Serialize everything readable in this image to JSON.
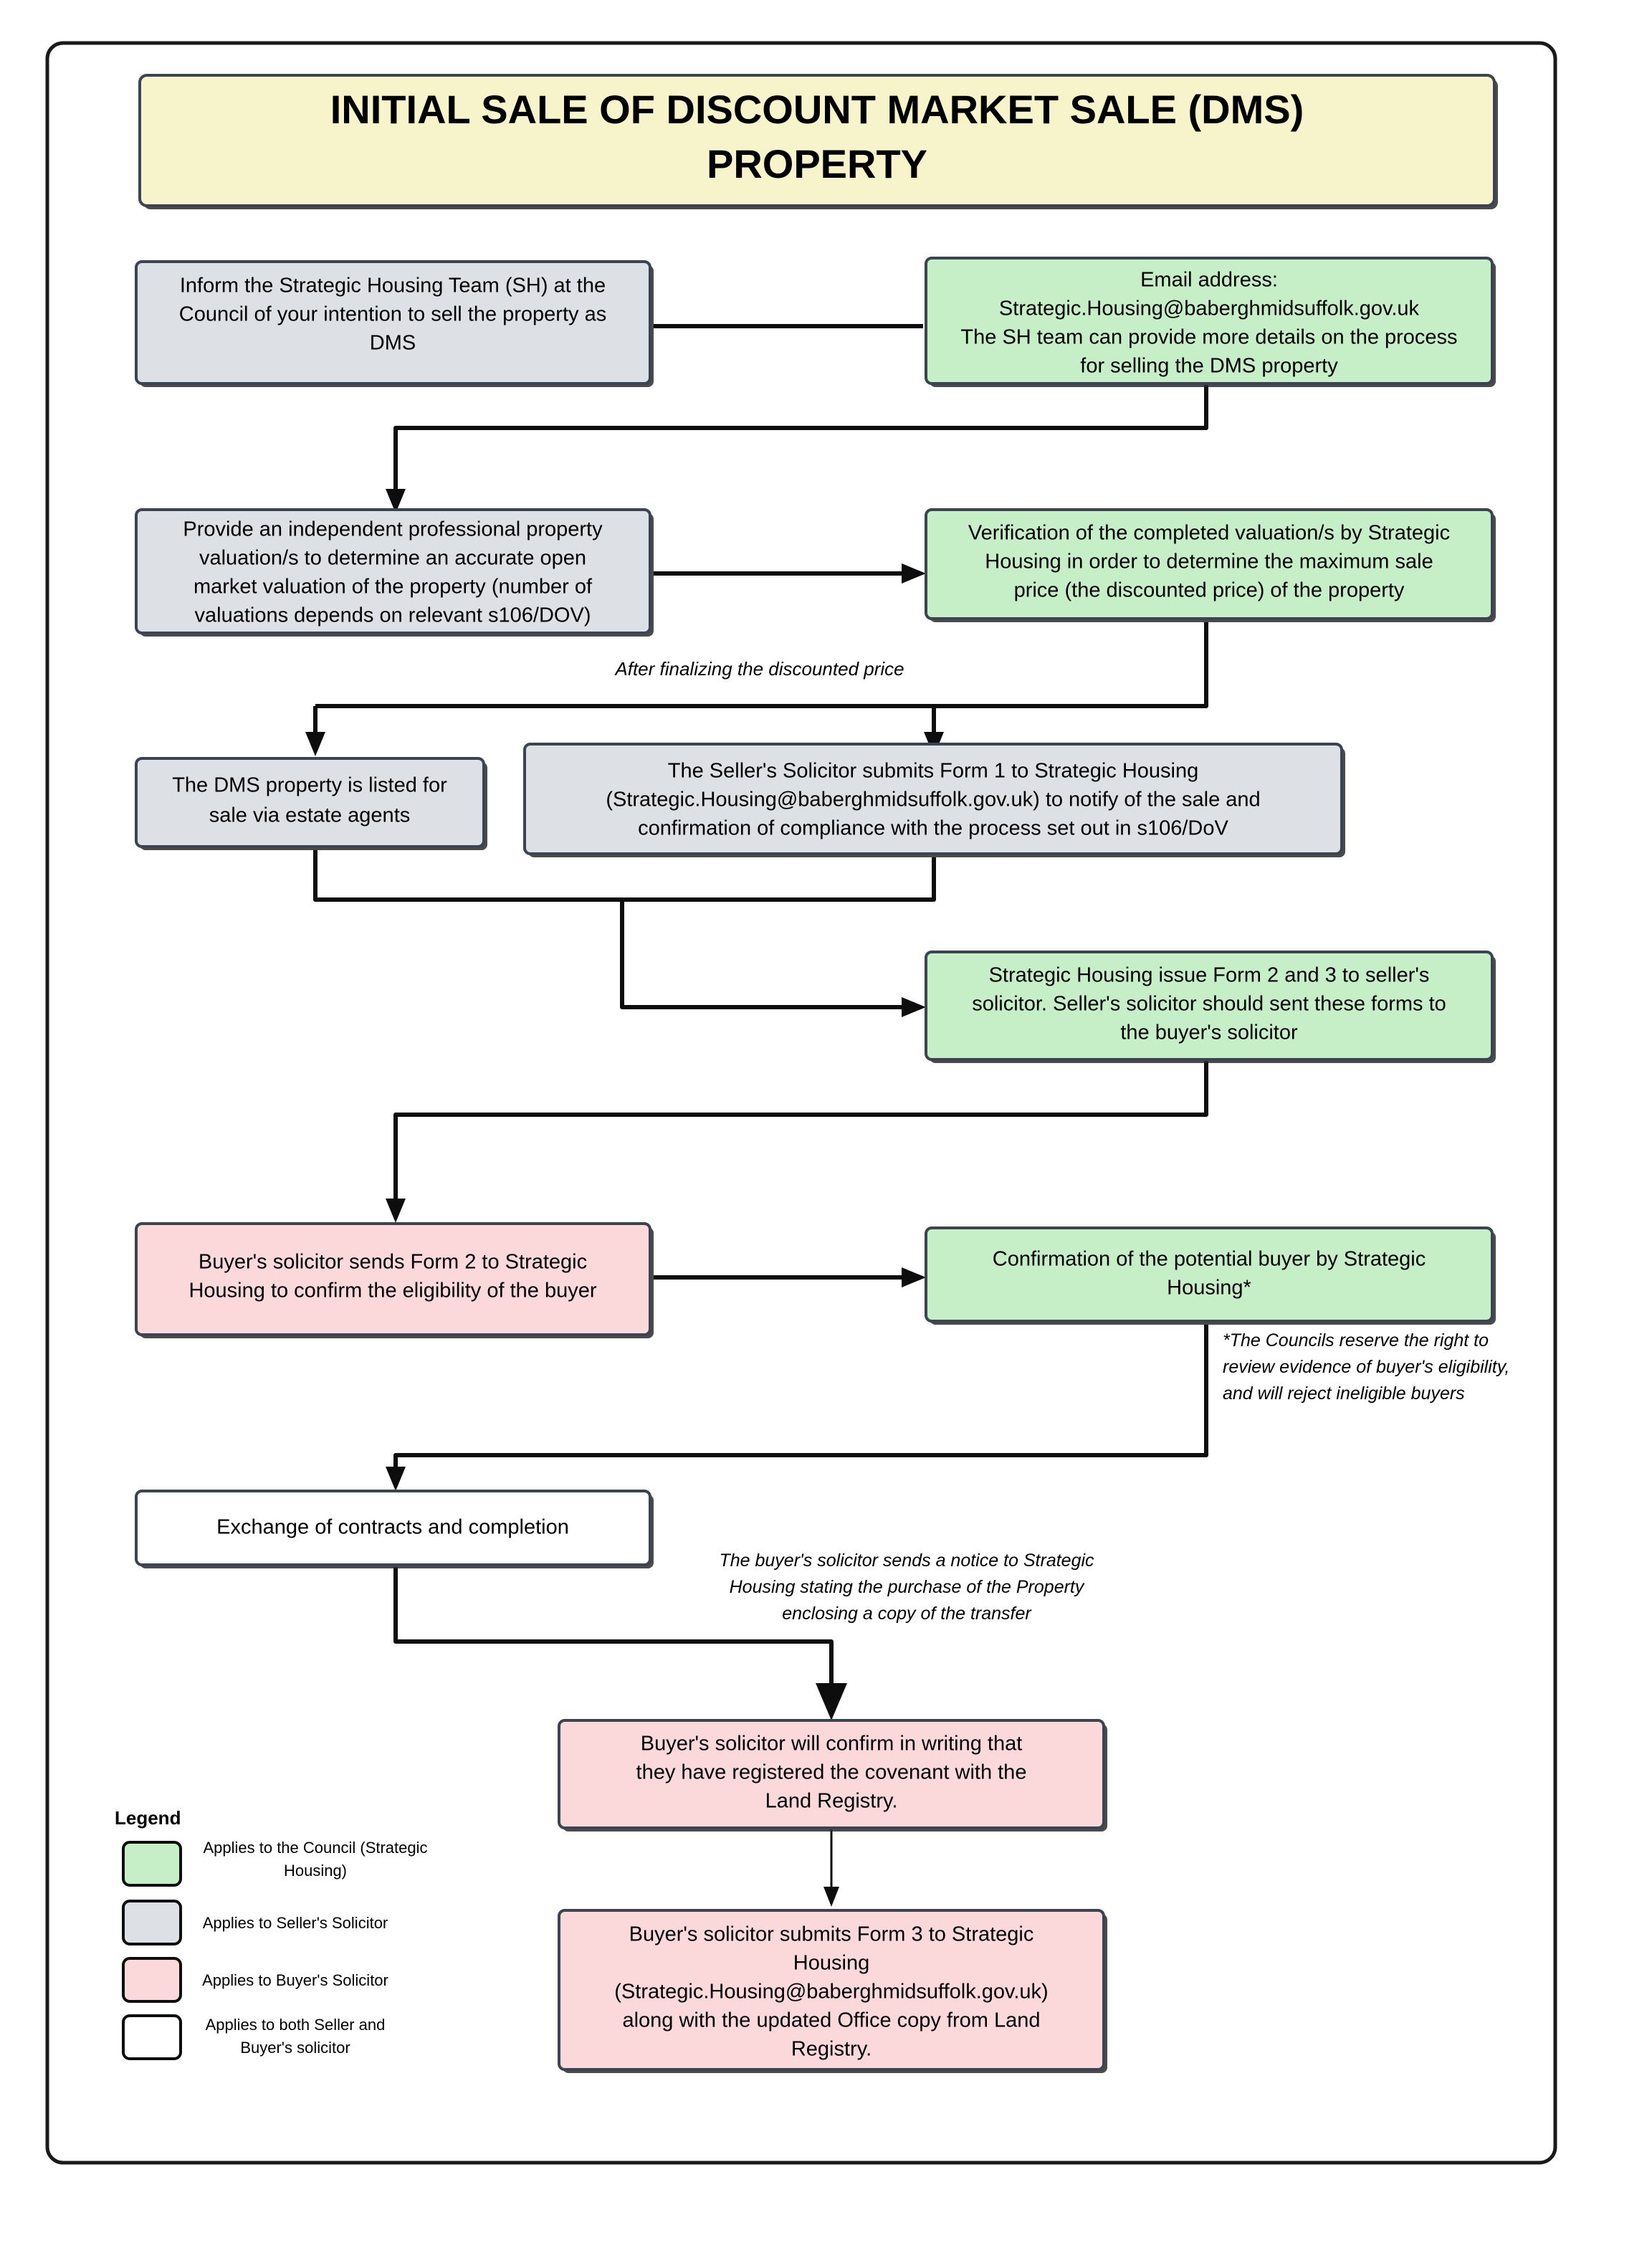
{
  "diagram": {
    "title": "INITIAL SALE OF DISCOUNT MARKET SALE (DMS) PROPERTY",
    "title_line1": "INITIAL SALE OF DISCOUNT MARKET SALE (DMS)",
    "title_line2": "PROPERTY"
  },
  "colors": {
    "title_banner": "#f7f4cc",
    "council_green": "#c6efc8",
    "seller_grey": "#dde0e5",
    "buyer_pink": "#fbd9da",
    "both_white": "#ffffff",
    "border": "#3c4451",
    "line": "#0d0d0d"
  },
  "nodes": [
    {
      "id": "inform-sh",
      "role": "seller",
      "lines": [
        "Inform the Strategic Housing Team (SH) at the",
        "Council of your intention to sell the property as",
        "DMS"
      ]
    },
    {
      "id": "email-address",
      "role": "council",
      "lines": [
        "Email address:",
        "Strategic.Housing@baberghmidsuffolk.gov.uk",
        "The SH team can provide more details on the process",
        "for selling the DMS property"
      ]
    },
    {
      "id": "provide-valuation",
      "role": "seller",
      "lines": [
        "Provide an independent professional property",
        "valuation/s to determine an accurate open",
        "market valuation of the property (number of",
        "valuations depends on relevant s106/DOV)"
      ]
    },
    {
      "id": "verification",
      "role": "council",
      "lines": [
        "Verification of the completed valuation/s by Strategic",
        "Housing in order to determine the maximum sale",
        "price (the discounted price) of the property"
      ]
    },
    {
      "id": "listed-estate-agents",
      "role": "seller",
      "lines": [
        "The DMS property is listed for",
        "sale via estate agents"
      ]
    },
    {
      "id": "form1-submit",
      "role": "seller",
      "lines": [
        "The Seller's Solicitor submits Form 1 to Strategic Housing",
        "(Strategic.Housing@baberghmidsuffolk.gov.uk) to notify of the sale and",
        "confirmation of compliance with the process set out in s106/DoV"
      ]
    },
    {
      "id": "issue-form2-3",
      "role": "council",
      "lines": [
        "Strategic Housing issue Form 2 and 3 to seller's",
        "solicitor. Seller's solicitor should sent these forms to",
        "the buyer's solicitor"
      ]
    },
    {
      "id": "buyer-sends-form2",
      "role": "buyer",
      "lines": [
        "Buyer's solicitor sends Form 2 to Strategic",
        "Housing to confirm the eligibility of the buyer"
      ]
    },
    {
      "id": "confirm-buyer",
      "role": "council",
      "lines": [
        "Confirmation of the potential buyer by Strategic",
        "Housing*"
      ]
    },
    {
      "id": "exchange-completion",
      "role": "both",
      "lines": [
        "Exchange of contracts and completion"
      ]
    },
    {
      "id": "confirm-covenant",
      "role": "buyer",
      "lines": [
        "Buyer's solicitor will confirm in writing that",
        "they have registered the covenant with the",
        "Land Registry."
      ]
    },
    {
      "id": "submit-form3",
      "role": "buyer",
      "lines": [
        "Buyer's solicitor submits Form 3 to Strategic",
        "Housing",
        "(Strategic.Housing@baberghmidsuffolk.gov.uk)",
        "along with the updated Office copy from Land",
        "Registry."
      ]
    }
  ],
  "edge_labels": {
    "after_finalizing": "After finalizing the discounted price"
  },
  "notes": {
    "council_footnote": [
      "*The Councils reserve the right to",
      "review evidence of buyer's eligibility,",
      "and will reject ineligible buyers"
    ],
    "buyer_notice": [
      "The buyer's solicitor sends a notice to Strategic",
      "Housing stating the purchase of the Property",
      "enclosing a copy of the transfer"
    ]
  },
  "legend": {
    "title": "Legend",
    "items": [
      {
        "color": "#c6efc8",
        "lines": [
          "Applies to the Council (Strategic",
          "Housing)"
        ]
      },
      {
        "color": "#dde0e5",
        "lines": [
          "Applies to Seller's Solicitor"
        ]
      },
      {
        "color": "#fbd9da",
        "lines": [
          "Applies to Buyer's Solicitor"
        ]
      },
      {
        "color": "#ffffff",
        "lines": [
          "Applies to both Seller and",
          "Buyer's solicitor"
        ]
      }
    ]
  }
}
